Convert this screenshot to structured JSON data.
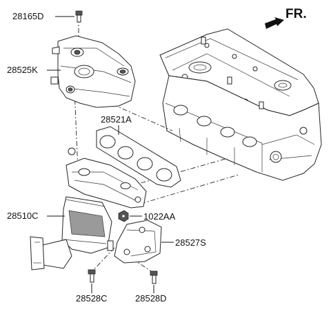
{
  "direction_indicator": {
    "label": "FR."
  },
  "part_labels": {
    "bolt_top": "28165D",
    "heat_protector": "28525K",
    "gasket": "28521A",
    "manifold_catalyst": "28510C",
    "nut": "1022AA",
    "bracket": "28527S",
    "bolt_left": "28528C",
    "bolt_right": "28528D"
  }
}
